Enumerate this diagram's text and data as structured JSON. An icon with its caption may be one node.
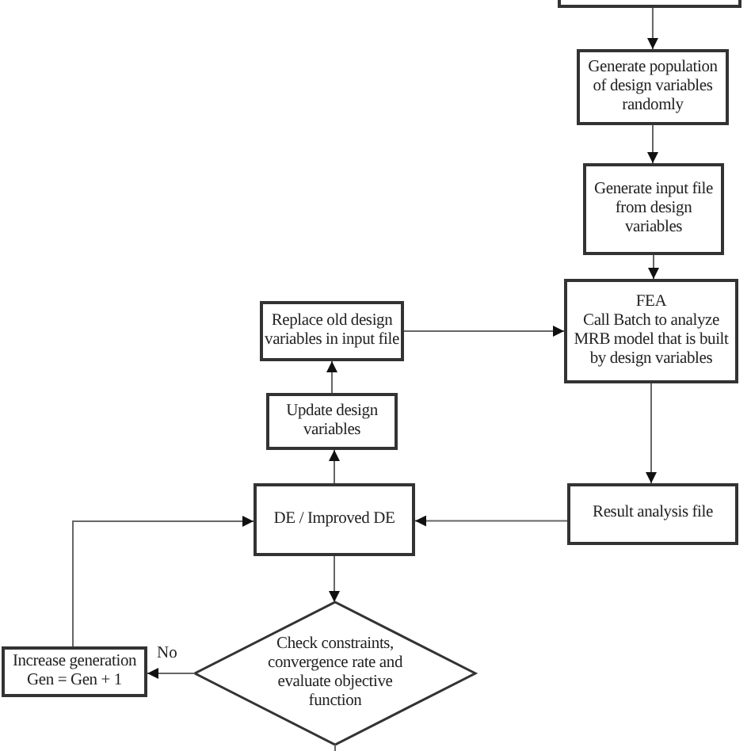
{
  "diagram": {
    "nodes": [
      {
        "text": [],
        "shape": "box"
      },
      {
        "text": [
          "Generate population of design variables randomly"
        ]
      },
      {
        "text": [
          "Generate input file from design variables"
        ]
      },
      {
        "text": [
          "FEA",
          "Call Batch to analyze MRB model that is built by design variables"
        ]
      },
      {
        "text": [
          "Replace old design variables in input file"
        ]
      },
      {
        "text": [
          "Update design variables"
        ]
      },
      {
        "text": [
          "DE / Improved DE"
        ]
      },
      {
        "text": [
          "Result analysis file"
        ]
      },
      {
        "text": [
          "Check constraints, convergence rate and evaluate objective function"
        ]
      },
      {
        "text": [
          "Increase generation Gen = Gen + 1"
        ]
      }
    ],
    "edges": [
      {
        "from": 0,
        "to": 1,
        "arrow": "to"
      },
      {
        "from": 1,
        "to": 2,
        "arrow": "to"
      },
      {
        "from": 2,
        "to": 3,
        "arrow": "to"
      },
      {
        "from": 3,
        "to": 7,
        "arrow": "to"
      },
      {
        "from": 4,
        "to": 3,
        "arrow": "to"
      },
      {
        "from": 5,
        "to": 4,
        "arrow": "to"
      },
      {
        "from": 6,
        "to": 5,
        "arrow": "to"
      },
      {
        "from": 7,
        "to": 6,
        "arrow": "to"
      },
      {
        "from": 6,
        "to": 8,
        "arrow": "to"
      },
      {
        "from": 8,
        "to": 9,
        "arrow": "to",
        "label": "No"
      },
      {
        "from": 9,
        "to": 6,
        "arrow": "to"
      },
      {
        "from": 8,
        "to": null,
        "arrow": "none"
      }
    ]
  }
}
